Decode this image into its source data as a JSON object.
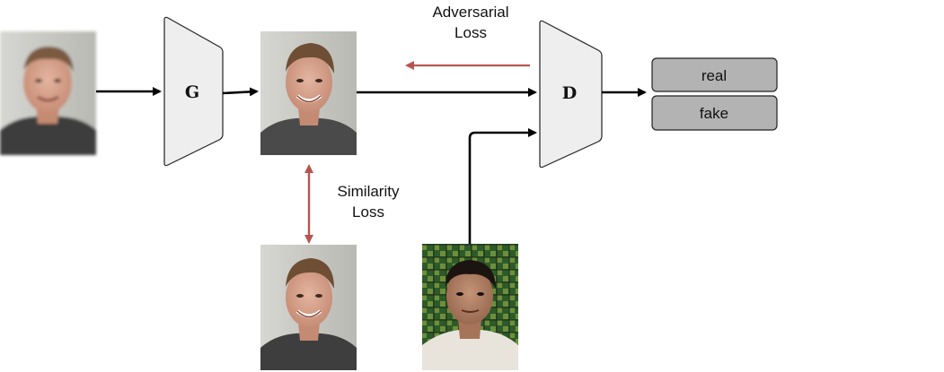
{
  "generator": {
    "label": "G"
  },
  "discriminator": {
    "label": "D"
  },
  "losses": {
    "adversarial": [
      "Adversarial",
      "Loss"
    ],
    "similarity": [
      "Similarity",
      "Loss"
    ]
  },
  "outputs": {
    "real": "real",
    "fake": "fake"
  },
  "colors": {
    "black_arrow": "#000000",
    "loss_arrow": "#b85450",
    "block_fill": "#eeeeee",
    "output_fill": "#b3b3b3"
  }
}
